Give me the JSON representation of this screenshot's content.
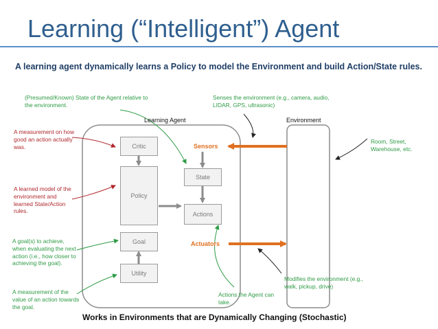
{
  "title": "Learning (“Intelligent”) Agent",
  "subtitle": "A learning agent dynamically learns a Policy to model the Environment and build Action/State rules.",
  "labels": {
    "learning_agent": "Learning Agent",
    "environment": "Environment",
    "sensors": "Sensors",
    "actuators": "Actuators"
  },
  "components": {
    "critic": "Critic",
    "policy": "Policy",
    "goal": "Goal",
    "utility": "Utility",
    "state": "State",
    "actions": "Actions"
  },
  "annotations": {
    "presumed_state": "(Presumed/Known) State of the Agent relative to the environment.",
    "senses": "Senses the environment (e.g., camera, audio, LIDAR, GPS, ultrasonic)",
    "measurement_action": "A measurement on how good an action actually was.",
    "learned_model": "A learned model of the environment and learned State/Action rules.",
    "goals": "A goal(s) to achieve, when evaluating the next action (i.e., how closer to achieving the goal).",
    "measurement_value": "A measurement of the value of an action towards the goal.",
    "room": "Room, Street, Warehouse, etc.",
    "modifies": "Modifies the environment (e.g., walk, pickup, drive)",
    "actions_can_take": "Actions the Agent can take."
  },
  "footer": "Works in Environments that are Dynamically Changing (Stochastic)",
  "colors": {
    "title": "#2f5f8f",
    "subtitle": "#1f3e66",
    "red": "#b0282e",
    "green": "#2e9b45",
    "orange": "#e07020",
    "box_fill": "#f2f2f2",
    "box_border": "#9a9a9a"
  }
}
